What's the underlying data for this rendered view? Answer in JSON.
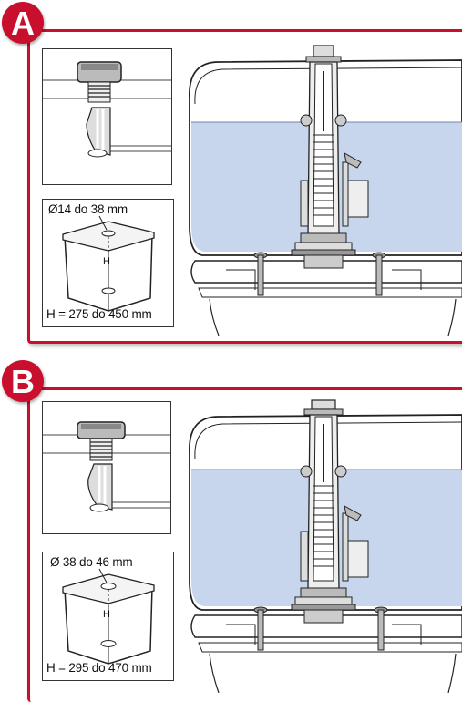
{
  "panels": [
    {
      "badge": "A",
      "diameter": "Ø14 do 38 mm",
      "height_label": "H",
      "height_range": "H = 275 do 450 mm"
    },
    {
      "badge": "B",
      "diameter": "Ø 38 do 46 mm",
      "height_label": "H",
      "height_range": "H = 295 do 470 mm"
    }
  ],
  "colors": {
    "accent": "#c8102e",
    "water": "#c7d6ec",
    "outline": "#222222"
  }
}
